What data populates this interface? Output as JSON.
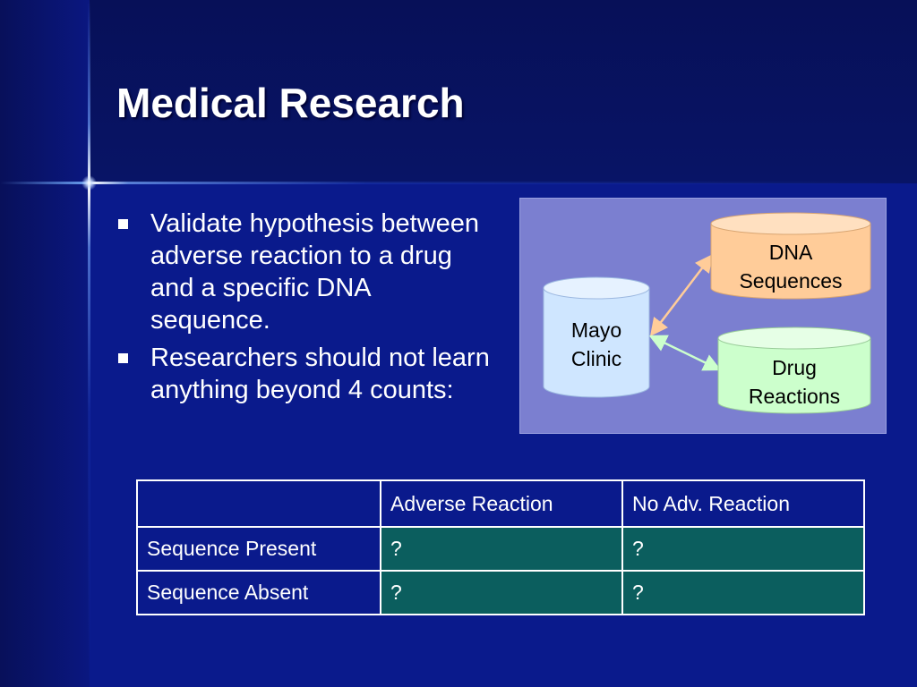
{
  "slide": {
    "title": "Medical Research",
    "bullets": [
      "Validate hypothesis between adverse reaction to a drug and a specific DNA sequence.",
      "Researchers should not learn anything beyond 4 counts:"
    ]
  },
  "diagram": {
    "nodes": {
      "mayo": {
        "line1": "Mayo",
        "line2": "Clinic",
        "fill": "#cfe6ff"
      },
      "dna": {
        "line1": "DNA",
        "line2": "Sequences",
        "fill": "#ffcc99"
      },
      "drug": {
        "line1": "Drug",
        "line2": "Reactions",
        "fill": "#ccffcc"
      }
    },
    "edges": [
      {
        "from": "mayo",
        "to": "dna",
        "color": "#ffcc99"
      },
      {
        "from": "mayo",
        "to": "drug",
        "color": "#ccffcc"
      }
    ]
  },
  "table": {
    "header": [
      "",
      "Adverse Reaction",
      "No Adv. Reaction"
    ],
    "rows": [
      {
        "label": "Sequence Present",
        "cells": [
          "?",
          "?"
        ]
      },
      {
        "label": "Sequence Absent",
        "cells": [
          "?",
          "?"
        ]
      }
    ]
  },
  "colors": {
    "background": "#0a1a8c",
    "panel": "#7b7fd0",
    "table_cell": "#0b5e5e",
    "text": "#ffffff"
  }
}
